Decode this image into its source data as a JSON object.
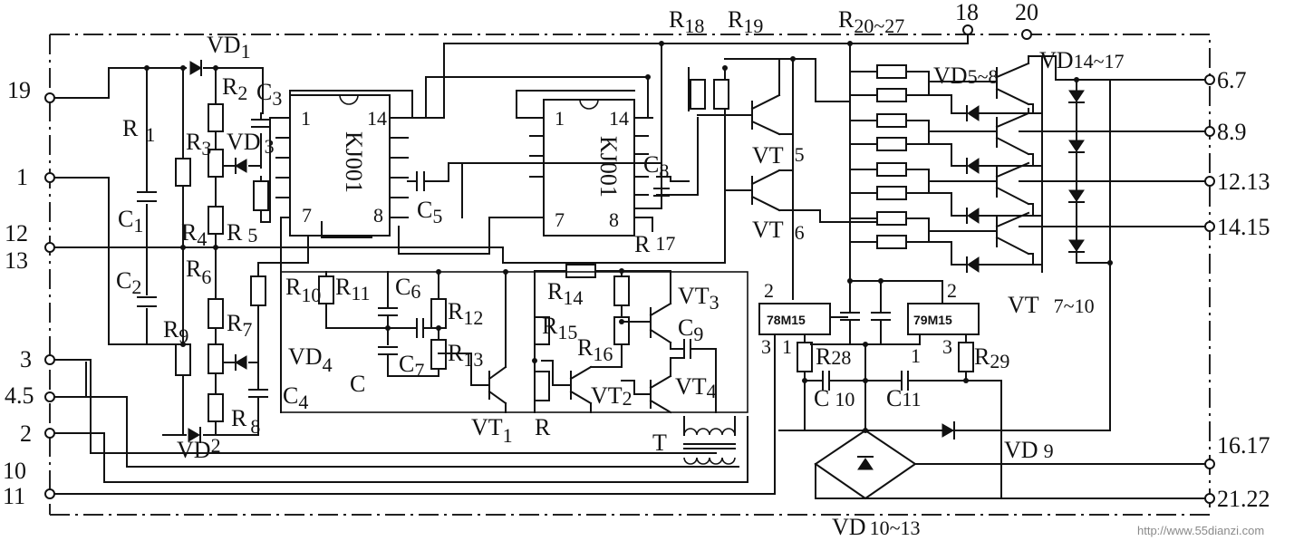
{
  "terminals": {
    "t19": "19",
    "t1": "1",
    "t12": "12",
    "t13": "13",
    "t3": "3",
    "t45": "4.5",
    "t2": "2",
    "t10": "10",
    "t11": "11",
    "t18": "18",
    "t20": "20",
    "t67": "6.7",
    "t89": "8.9",
    "t1213": "12.13",
    "t1415": "14.15",
    "t1617": "16.17",
    "t2122": "21.22"
  },
  "ics": {
    "u1": {
      "name": "KJ001",
      "pin1": "1",
      "pin14": "14",
      "pin7": "7",
      "pin8": "8"
    },
    "u2": {
      "name": "KJ001",
      "pin1": "1",
      "pin14": "14",
      "pin7": "7",
      "pin8": "8"
    },
    "reg1": {
      "name": "78M15",
      "pin_top": "2",
      "pin_left": "3",
      "pin_right": "1"
    },
    "reg2": {
      "name": "79M15",
      "pin_top": "2",
      "pin_left": "1",
      "pin_right": "3"
    }
  },
  "labels": {
    "vd1": "VD",
    "vd1_sub": "1",
    "r1": "R",
    "r1_sub": "1",
    "r2": "R",
    "r2_sub": "2",
    "c3": "C",
    "c3_sub": "3",
    "r3": "R",
    "r3_sub": "3",
    "vd3": "VD",
    "vd3_sub": "3",
    "c1": "C",
    "c1_sub": "1",
    "r4": "R",
    "r4_sub": "4",
    "r5": "R",
    "r5_sub": "5",
    "r6": "R",
    "r6_sub": "6",
    "c2": "C",
    "c2_sub": "2",
    "r7": "R",
    "r7_sub": "7",
    "r9": "R",
    "r9_sub": "9",
    "r8": "R",
    "r8_sub": "8",
    "vd2": "VD",
    "vd2_sub": "2",
    "c5": "C",
    "c5_sub": "5",
    "c8": "C",
    "c8_sub": "8",
    "r17": "R",
    "r17_sub": "17",
    "r10": "R",
    "r10_sub": "10",
    "r11": "R",
    "r11_sub": "11",
    "c6": "C",
    "c6_sub": "6",
    "r12": "R",
    "r12_sub": "12",
    "r13": "R",
    "r13_sub": "13",
    "c7": "C",
    "c7_sub": "7",
    "vd4": "VD",
    "vd4_sub": "4",
    "c4": "C",
    "c4_sub": "4",
    "c_plain": "C",
    "r14": "R",
    "r14_sub": "14",
    "r15": "R",
    "r15_sub": "15",
    "r16": "R",
    "r16_sub": "16",
    "vt1": "VT",
    "vt1_sub": "1",
    "r_plain": "R",
    "vt2": "VT",
    "vt2_sub": "2",
    "vt3": "VT",
    "vt3_sub": "3",
    "c9": "C",
    "c9_sub": "9",
    "vt4": "VT",
    "vt4_sub": "4",
    "t_plain": "T",
    "r18": "R",
    "r18_sub": "18",
    "r19": "R",
    "r19_sub": "19",
    "r2027": "R",
    "r2027_sub": "20~27",
    "vt5": "VT",
    "vt5_sub": "5",
    "vt6": "VT",
    "vt6_sub": "6",
    "vd58": "VD",
    "vd58_sub": "5~8",
    "vd1417": "VD",
    "vd1417_sub": "14~17",
    "vt710": "VT",
    "vt710_sub": "7~10",
    "r28": "R",
    "r28_sub": "28",
    "c10": "C",
    "c10_sub": "10",
    "c11": "C",
    "c11_sub": "11",
    "r29": "R",
    "r29_sub": "29",
    "vd9": "VD",
    "vd9_sub": "9",
    "vd1013": "VD",
    "vd1013_sub": "10~13",
    "reg2_pin1": "1"
  },
  "watermark": "http://www.55dianzi.com"
}
